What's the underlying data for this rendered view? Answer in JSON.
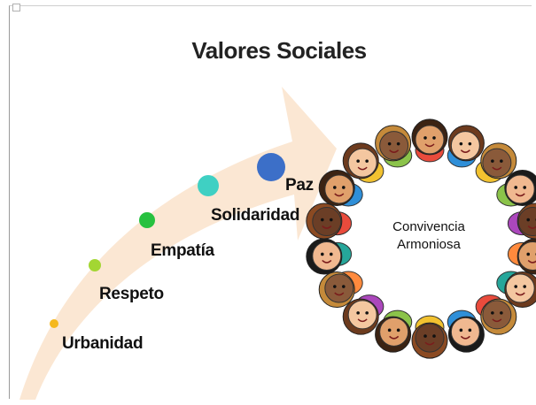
{
  "title": "Valores Sociales",
  "values": [
    {
      "label": "Urbanidad",
      "color": "#f5b81d"
    },
    {
      "label": "Respeto",
      "color": "#a3d633"
    },
    {
      "label": "Empatía",
      "color": "#27c13f"
    },
    {
      "label": "Solidaridad",
      "color": "#3fd0c3"
    },
    {
      "label": "Paz",
      "color": "#3c6fc8"
    }
  ],
  "center": {
    "line1": "Convivencia",
    "line2": "Armoniosa"
  },
  "colors": {
    "arrow": "#fbe7d3",
    "ring_children": [
      "#e0a06b",
      "#f4c7a0",
      "#8a5a3a",
      "#f0b890",
      "#6b3e26"
    ]
  }
}
